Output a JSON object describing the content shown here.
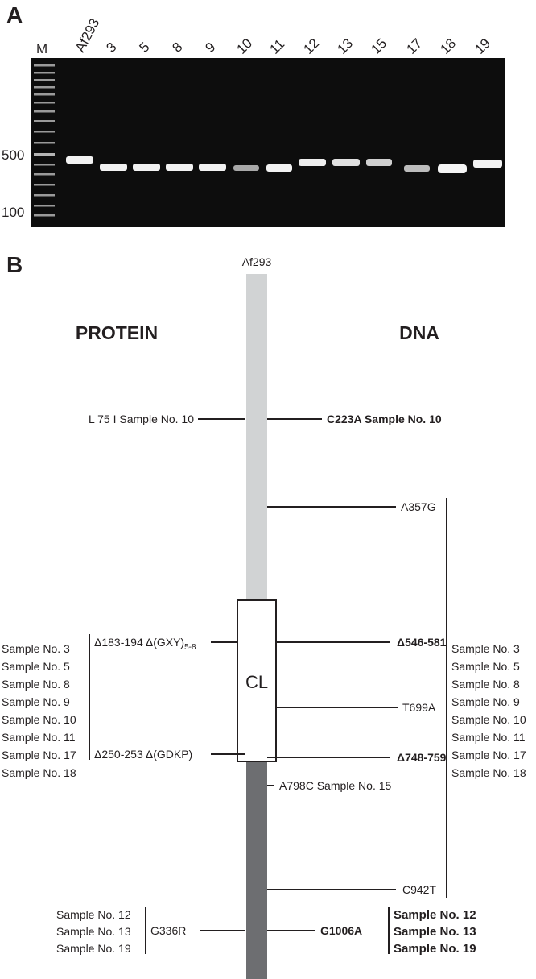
{
  "panel_a": {
    "panel_label": "A",
    "marker_label": "M",
    "lane_labels": [
      "Af293",
      "3",
      "5",
      "8",
      "9",
      "10",
      "11",
      "12",
      "13",
      "15",
      "17",
      "18",
      "19"
    ],
    "size_markers": [
      "500",
      "100"
    ]
  },
  "panel_b": {
    "panel_label": "B",
    "strain_label": "Af293",
    "protein_header": "PROTEIN",
    "dna_header": "DNA",
    "domain_label": "CL",
    "protein_l75i": "L 75 I Sample No. 10",
    "dna_c223a": "C223A Sample No. 10",
    "dna_a357g": "A357G",
    "protein_del183_a": "Δ183-194 Δ(GXY)",
    "protein_del183_sub": "5-8",
    "dna_del546": "Δ546-581",
    "dna_t699a": "T699A",
    "protein_del250": "Δ250-253 Δ(GDKP)",
    "dna_del748": "Δ748-759",
    "dna_a798c": "A798C Sample No. 15",
    "dna_c942t": "C942T",
    "protein_g336r": "G336R",
    "dna_g1006a": "G1006A",
    "group_samples": [
      "Sample No. 3",
      "Sample No. 5",
      "Sample No. 8",
      "Sample No. 9",
      "Sample No. 10",
      "Sample No. 11",
      "Sample No. 17",
      "Sample No. 18"
    ],
    "g336r_samples": [
      "Sample No. 12",
      "Sample No. 13",
      "Sample No. 19"
    ]
  }
}
